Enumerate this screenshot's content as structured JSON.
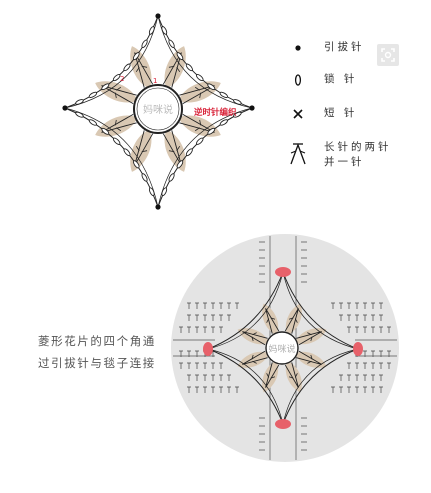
{
  "top_diagram": {
    "center_watermark": "妈咪说",
    "direction_note": "逆时针编织",
    "round_labels": [
      "1",
      "2"
    ]
  },
  "legend": [
    {
      "symbol": "dot-icon",
      "label": "引拔针"
    },
    {
      "symbol": "oval-icon",
      "label": "锁 针"
    },
    {
      "symbol": "cross-icon",
      "label": "短 针"
    },
    {
      "symbol": "dc2tog-icon",
      "label": "长针的两针\n并一针"
    }
  ],
  "bottom_diagram": {
    "center_watermark": "妈咪说"
  },
  "caption": {
    "line1": "菱形花片的四个角通",
    "line2": "过引拔针与毯子连接"
  },
  "colors": {
    "petal_fill": "#d9c8b3",
    "join_marker": "#e7616a",
    "circle_fill": "#e4e4e4",
    "accent_text": "#d9243a",
    "line": "#222222"
  }
}
